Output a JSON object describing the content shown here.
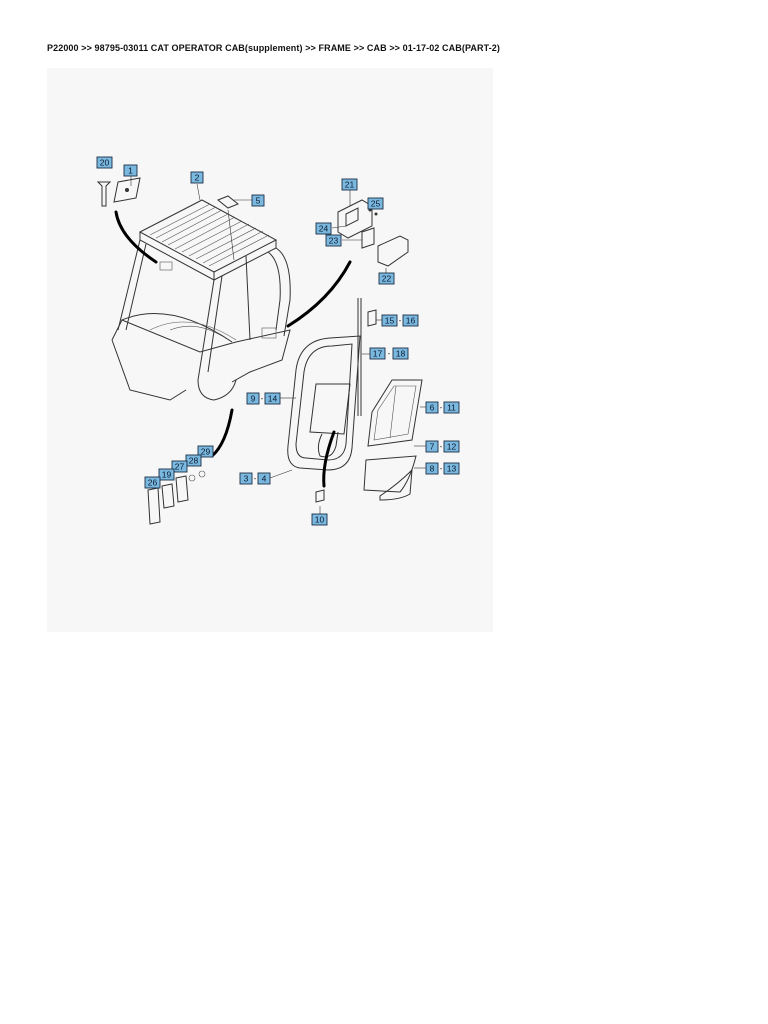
{
  "breadcrumb": "P22000 >> 98795-03011 CAT OPERATOR CAB(supplement) >> FRAME >> CAB >> 01-17-02 CAB(PART-2)",
  "callouts": {
    "c1": "1",
    "c2": "2",
    "c3": "3",
    "c4": "4",
    "c5": "5",
    "c6": "6",
    "c7": "7",
    "c8": "8",
    "c9": "9",
    "c10": "10",
    "c11": "11",
    "c12": "12",
    "c13": "13",
    "c14": "14",
    "c15": "15",
    "c16": "16",
    "c17": "17",
    "c18": "18",
    "c19": "19",
    "c20": "20",
    "c21": "21",
    "c22": "22",
    "c23": "23",
    "c24": "24",
    "c25": "25",
    "c26": "26",
    "c27": "27",
    "c28": "28",
    "c29": "29"
  },
  "separator": "-",
  "colors": {
    "callout_fill": "#7ab8e0",
    "callout_stroke": "#1b2f45",
    "panel_bg": "#f7f7f7"
  }
}
